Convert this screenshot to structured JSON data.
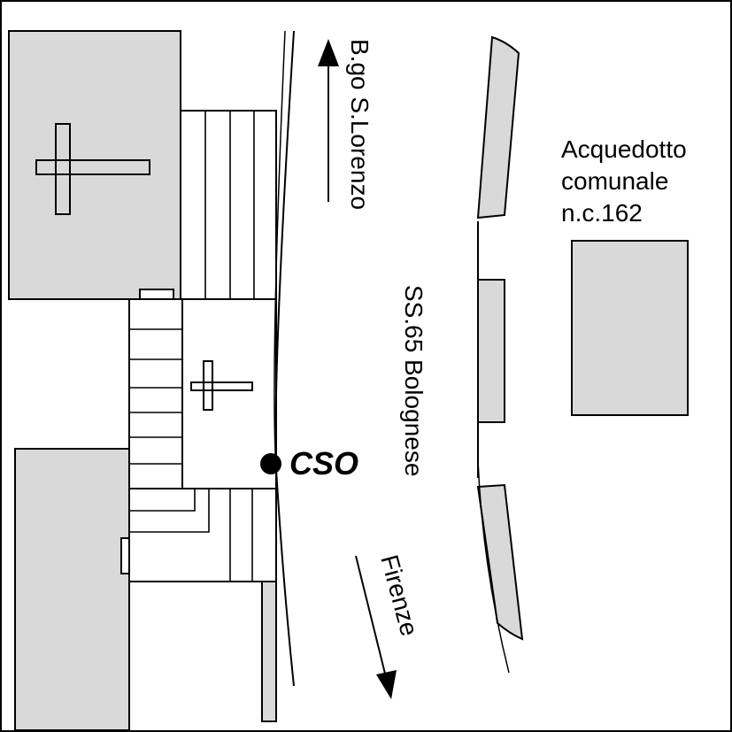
{
  "map": {
    "labels": {
      "north_direction": "B.go S.Lorenzo",
      "south_direction": "Firenze",
      "road": "SS.65 Bolognese",
      "station": "CSO",
      "landmark_line1": "Acquedotto",
      "landmark_line2": "comunale",
      "landmark_line3": "n.c.162"
    },
    "symbols": {
      "church_marker": "latin-cross-icon",
      "station_marker": "filled-circle-icon",
      "direction_marker": "arrow-icon"
    },
    "colors": {
      "building_fill": "#d9d9d9",
      "outline": "#000000",
      "background": "#ffffff"
    }
  }
}
